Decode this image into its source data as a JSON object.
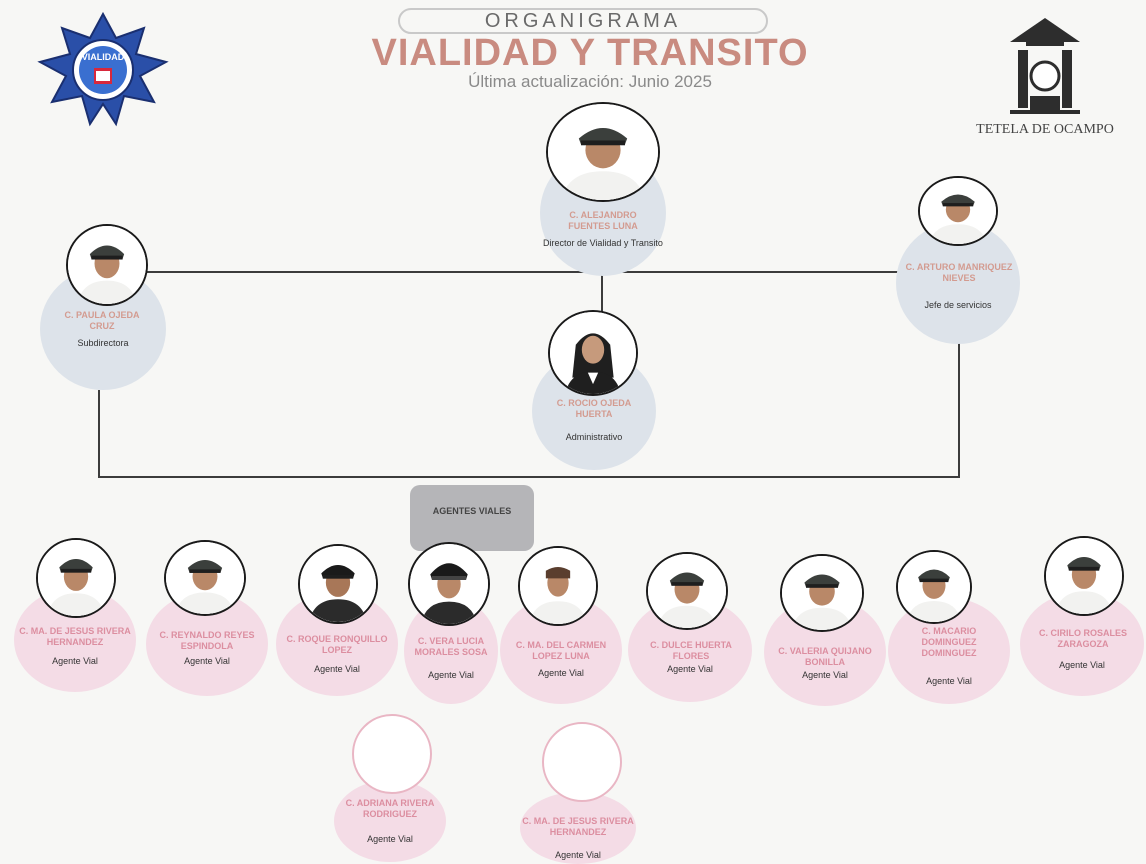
{
  "header": {
    "pill_title": "ORGANIGRAMA",
    "title": "VIALIDAD Y TRANSITO",
    "updated": "Última actualización: Junio 2025"
  },
  "logos": {
    "left_badge_text": "VIALIDAD",
    "right_main": "TETELA DE OCAMPO"
  },
  "director": {
    "name": "C. ALEJANDRO FUENTES LUNA",
    "role": "Director de Vialidad y Transito"
  },
  "subdirector": {
    "name": "C. PAULA OJEDA CRUZ",
    "role": "Subdirectora"
  },
  "jefe": {
    "name": "C. ARTURO MANRIQUEZ NIEVES",
    "role": "Jefe de servicios"
  },
  "admin": {
    "name": "C. ROCIO OJEDA HUERTA",
    "role": "Administrativo"
  },
  "agentes_label": "AGENTES VIALES",
  "agents": [
    {
      "name": "C. MA. DE JESUS RIVERA HERNANDEZ",
      "role": "Agente Vial"
    },
    {
      "name": "C. REYNALDO REYES ESPINDOLA",
      "role": "Agente Vial"
    },
    {
      "name": "C. ROQUE RONQUILLO LOPEZ",
      "role": "Agente Vial"
    },
    {
      "name": "C. VERA LUCIA MORALES SOSA",
      "role": "Agente Vial"
    },
    {
      "name": "C. MA. DEL CARMEN LOPEZ LUNA",
      "role": "Agente Vial"
    },
    {
      "name": "C. DULCE HUERTA FLORES",
      "role": "Agente Vial"
    },
    {
      "name": "C. VALERIA QUIJANO BONILLA",
      "role": "Agente Vial"
    },
    {
      "name": "C. MACARIO DOMINGUEZ DOMINGUEZ",
      "role": "Agente Vial"
    },
    {
      "name": "C. CIRILO ROSALES ZARAGOZA",
      "role": "Agente Vial"
    },
    {
      "name": "C. ADRIANA RIVERA RODRIGUEZ",
      "role": "Agente Vial"
    },
    {
      "name": "C. MA. DE JESUS RIVERA HERNANDEZ",
      "role": "Agente Vial"
    }
  ],
  "colors": {
    "title": "#c98b80",
    "staff_bubble": "#dde3ea",
    "agent_bubble": "#f4dce6"
  }
}
